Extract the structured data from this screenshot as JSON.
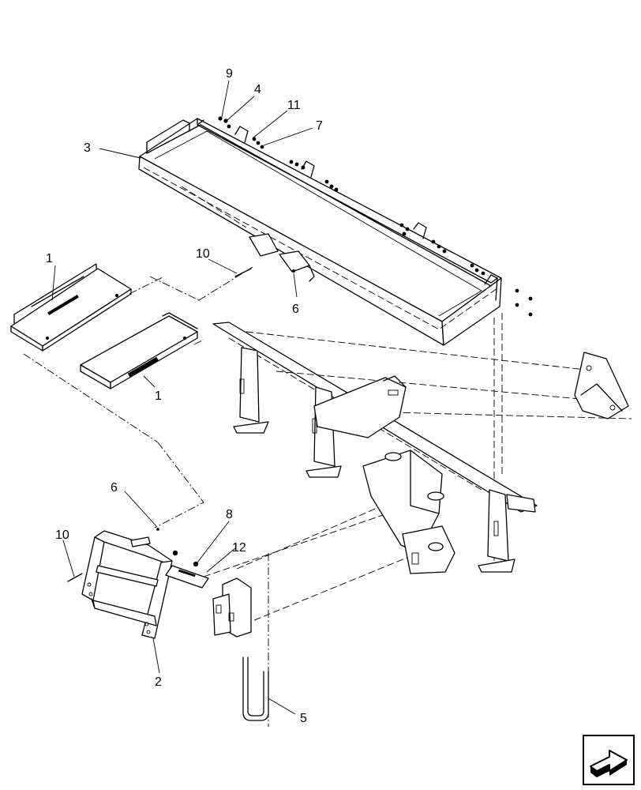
{
  "callouts": [
    {
      "id": "c9",
      "text": "9"
    },
    {
      "id": "c4",
      "text": "4"
    },
    {
      "id": "c11",
      "text": "11"
    },
    {
      "id": "c7",
      "text": "7"
    },
    {
      "id": "c3",
      "text": "3"
    },
    {
      "id": "c1a",
      "text": "1"
    },
    {
      "id": "c10a",
      "text": "10"
    },
    {
      "id": "c6a",
      "text": "6"
    },
    {
      "id": "c1b",
      "text": "1"
    },
    {
      "id": "c6b",
      "text": "6"
    },
    {
      "id": "c8",
      "text": "8"
    },
    {
      "id": "c10b",
      "text": "10"
    },
    {
      "id": "c12",
      "text": "12"
    },
    {
      "id": "c2",
      "text": "2"
    },
    {
      "id": "c5",
      "text": "5"
    }
  ],
  "icons": {
    "navigation": "next-page-arrow-icon"
  }
}
